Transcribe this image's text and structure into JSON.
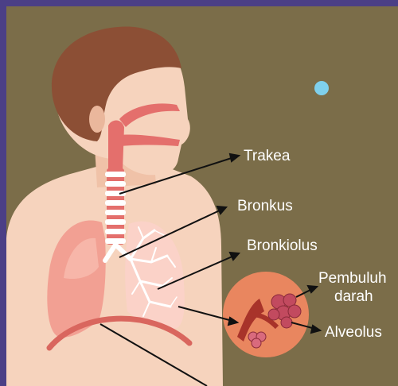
{
  "labels": {
    "trakea": "Trakea",
    "bronkus": "Bronkus",
    "bronkiolus": "Bronkiolus",
    "pembuluh_line1": "Pembuluh",
    "pembuluh_line2": "darah",
    "alveolus": "Alveolus"
  },
  "colors": {
    "frame": "#4b3f86",
    "background": "#7b6d49",
    "skin": "#f6d3bd",
    "skin_shadow": "#eab79c",
    "hair": "#8c4f35",
    "airway": "#e46f6c",
    "lung": "#f2a093",
    "lung_light": "#fbd2c8",
    "bronchi": "#ffffff",
    "diaphragm": "#d9665e",
    "zoom_circle": "#e9865f",
    "vessel": "#a8332a",
    "alveoli": "#c24a5f",
    "dot": "#7fd0ec",
    "arrow": "#111111"
  }
}
